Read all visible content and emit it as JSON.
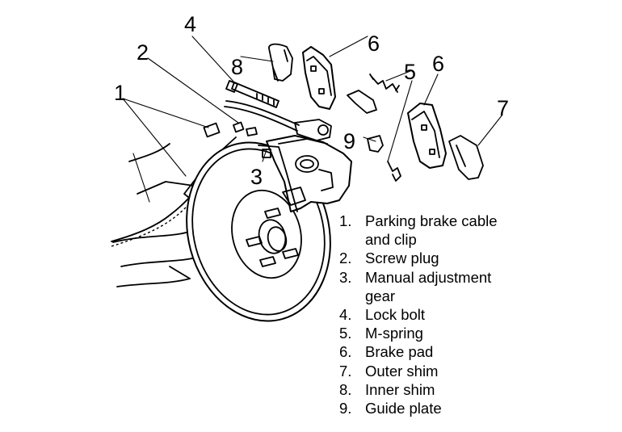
{
  "callouts": [
    "1",
    "2",
    "3",
    "4",
    "5",
    "6",
    "6",
    "7",
    "8",
    "9"
  ],
  "legend": [
    {
      "num": "1.",
      "lines": [
        "Parking brake cable",
        "and clip"
      ]
    },
    {
      "num": "2.",
      "lines": [
        "Screw plug"
      ]
    },
    {
      "num": "3.",
      "lines": [
        "Manual adjustment",
        "gear"
      ]
    },
    {
      "num": "4.",
      "lines": [
        "Lock bolt"
      ]
    },
    {
      "num": "5.",
      "lines": [
        "M-spring"
      ]
    },
    {
      "num": "6.",
      "lines": [
        "Brake pad"
      ]
    },
    {
      "num": "7.",
      "lines": [
        "Outer shim"
      ]
    },
    {
      "num": "8.",
      "lines": [
        "Inner shim"
      ]
    },
    {
      "num": "9.",
      "lines": [
        "Guide plate"
      ]
    }
  ]
}
